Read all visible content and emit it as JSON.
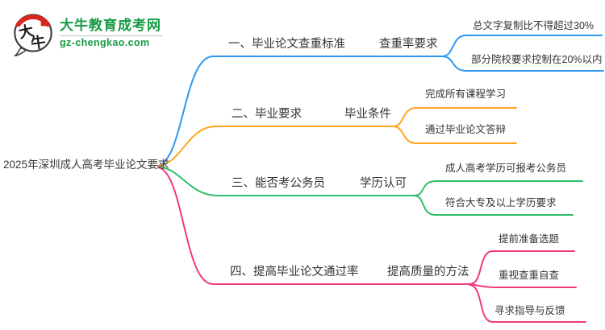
{
  "logo": {
    "icon_text": "大牛",
    "site_name": "大牛教育成考网",
    "site_domain": "gz-chengkao.com",
    "brand_green": "#189a45",
    "seal_red": "#d7281f",
    "icon_stroke": "#404040"
  },
  "mindmap": {
    "root": {
      "label": "2025年深圳成人高考毕业论文要求"
    },
    "branches": [
      {
        "label": "一、毕业论文查重标准",
        "sub": "查重率要求",
        "color": "#2f96f0",
        "leaves": [
          "总文字复制比不得超过30%",
          "部分院校要求控制在20%以内"
        ]
      },
      {
        "label": "二、毕业要求",
        "sub": "毕业条件",
        "color": "#ffa41f",
        "leaves": [
          "完成所有课程学习",
          "通过毕业论文答辩"
        ]
      },
      {
        "label": "三、能否考公务员",
        "sub": "学历认可",
        "color": "#2ebd6b",
        "leaves": [
          "成人高考学历可报考公务员",
          "符合大专及以上学历要求"
        ]
      },
      {
        "label": "四、提高毕业论文通过率",
        "sub": "提高质量的方法",
        "color": "#ef3a80",
        "leaves": [
          "提前准备选题",
          "重视查重自查",
          "寻求指导与反馈"
        ]
      }
    ]
  }
}
